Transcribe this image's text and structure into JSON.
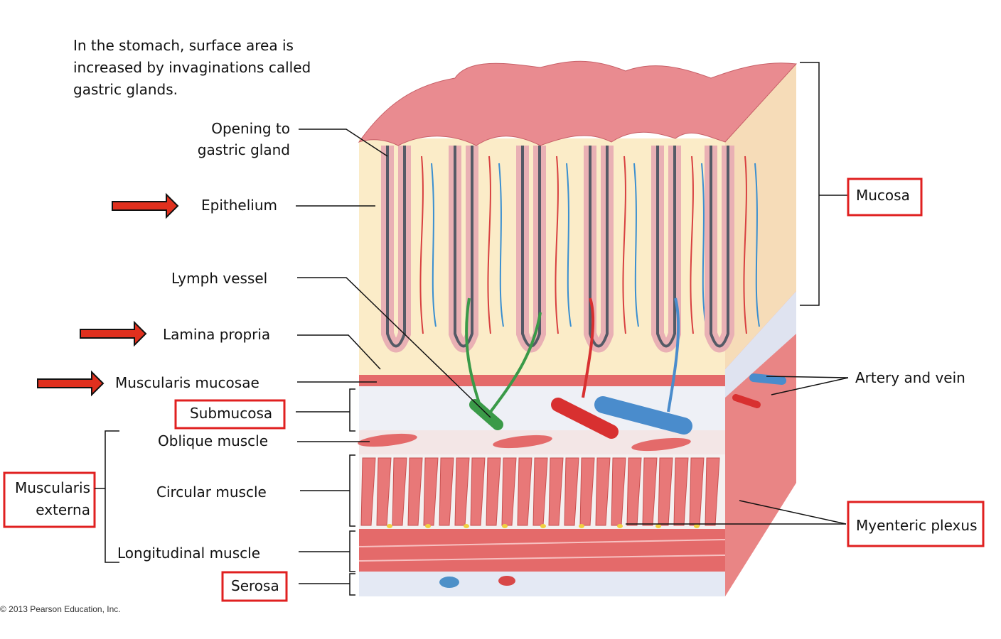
{
  "intro": [
    "In the stomach, surface area is",
    "increased by invaginations called",
    "gastric glands."
  ],
  "labels": {
    "opening": [
      "Opening to",
      "gastric gland"
    ],
    "epithelium": "Epithelium",
    "lymph_vessel": "Lymph vessel",
    "lamina_propria": "Lamina propria",
    "muscularis_mucosae": "Muscularis mucosae",
    "submucosa": "Submucosa",
    "oblique_muscle": "Oblique muscle",
    "muscularis_externa": [
      "Muscularis",
      "externa"
    ],
    "circular_muscle": "Circular muscle",
    "longitudinal_muscle": "Longitudinal muscle",
    "serosa": "Serosa",
    "mucosa": "Mucosa",
    "artery_vein": "Artery and vein",
    "myenteric_plexus": "Myenteric plexus"
  },
  "copyright": "© 2013 Pearson Education, Inc.",
  "colors": {
    "highlight": "#e02020",
    "arrow": "#e0301e",
    "tissue_pink": "#e88a8f",
    "lamina": "#fbecc8",
    "muscle": "#e56a6a",
    "submucosa": "#eef0f6"
  }
}
